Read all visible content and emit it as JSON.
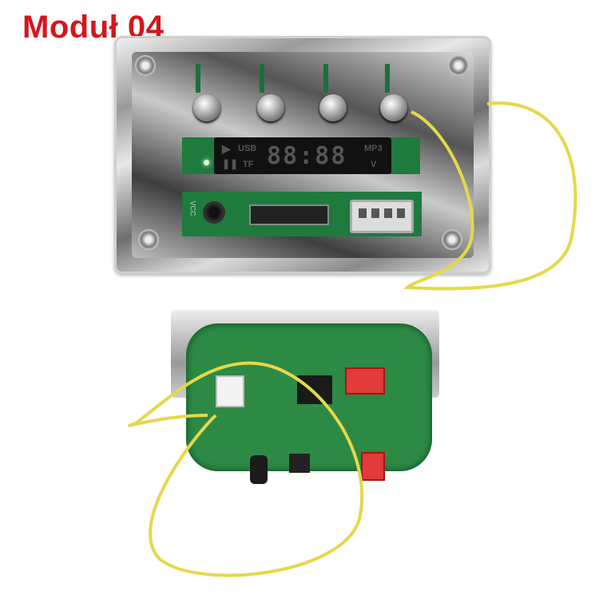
{
  "title": "Moduł 04",
  "display": {
    "icon_play": "play-icon",
    "icon_pause": "pause-icon",
    "usb": "USB",
    "tf": "TF",
    "digits": "88:88",
    "mp3": "MP3",
    "v": "V"
  },
  "board": {
    "vcc": "VCC"
  },
  "colors": {
    "title": "#d4161c",
    "pcb": "#1f7a3e",
    "wire": "#e5d84a"
  }
}
